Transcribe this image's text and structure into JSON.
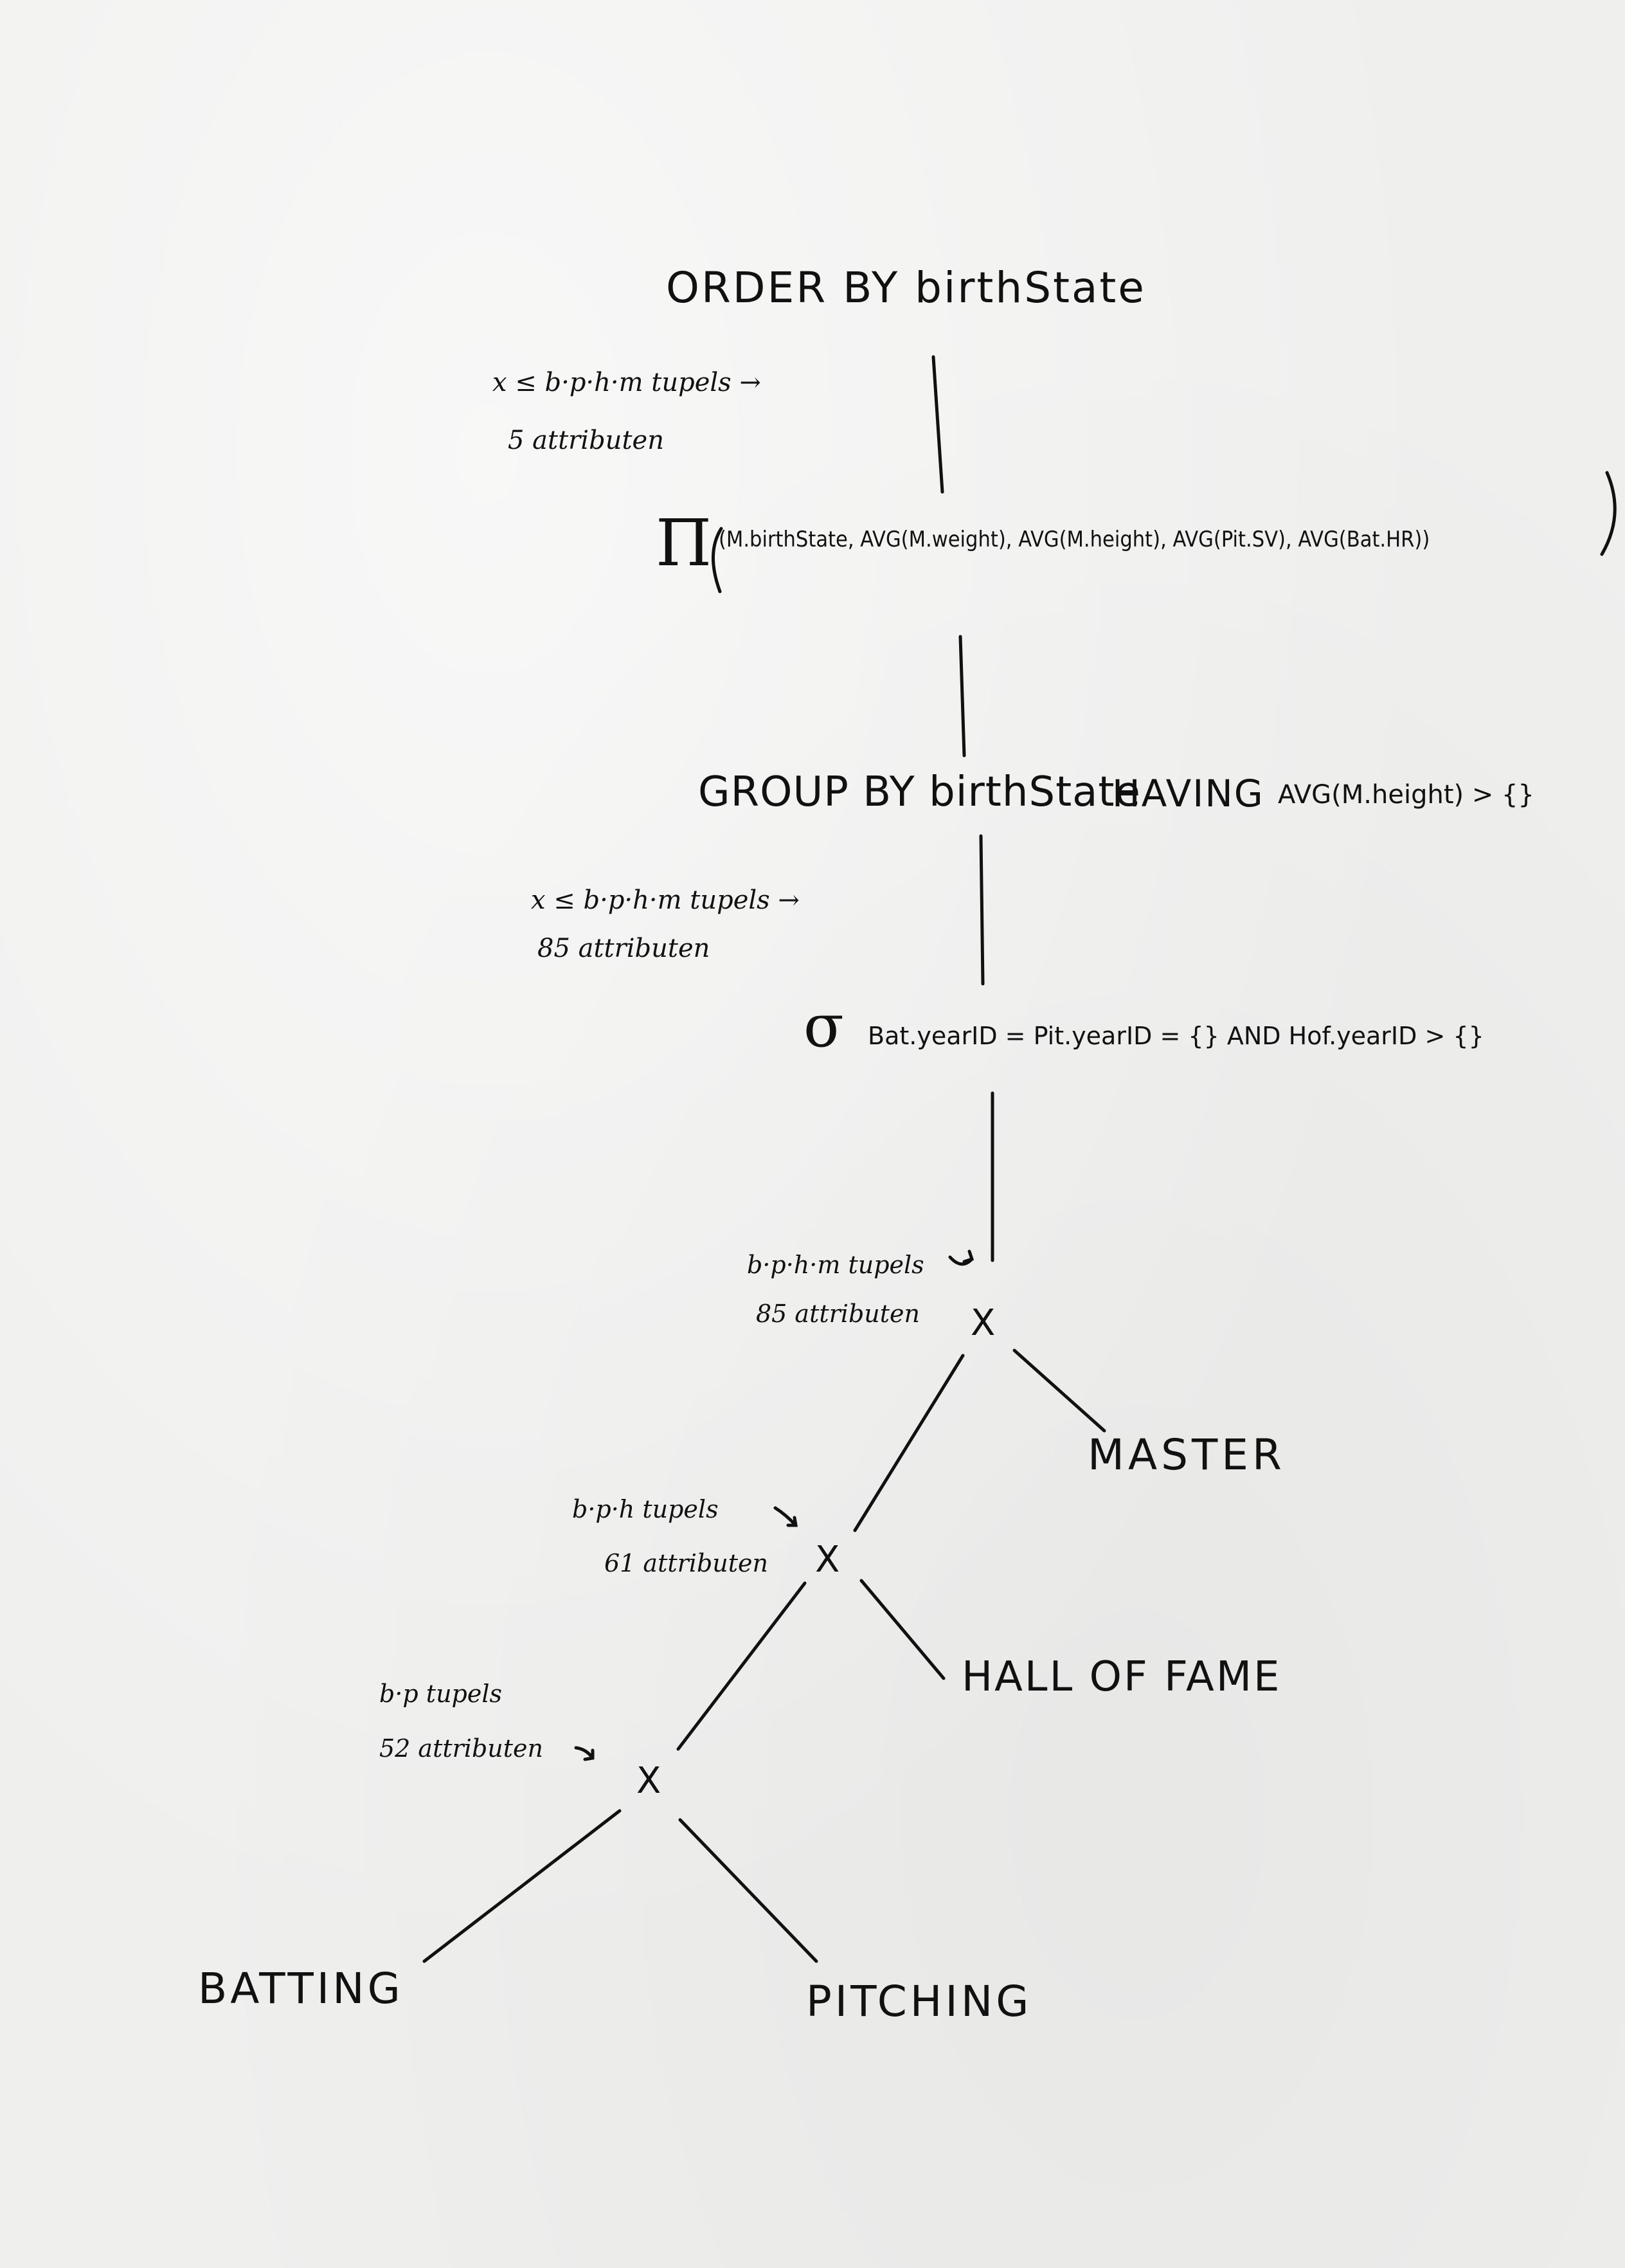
{
  "root": {
    "order_by": "ORDER BY birthState",
    "note1": "x ≤ b·p·h·m tupels →",
    "note2": "5 attributen"
  },
  "projection": {
    "symbol": "Π",
    "args": "(M.birthState, AVG(M.weight), AVG(M.height), AVG(Pit.SV), AVG(Bat.HR))"
  },
  "group": {
    "text_left": "GROUP BY birthState",
    "text_mid": "HAVING",
    "text_right": "AVG(M.height) > {}",
    "note1": "x ≤ b·p·h·m tupels →",
    "note2": "85 attributen"
  },
  "selection": {
    "symbol": "σ",
    "condition": "Bat.yearID = Pit.yearID = {}  AND Hof.yearID > {}"
  },
  "joins": {
    "symbol": "X",
    "top_note1": "b·p·h·m tupels",
    "top_note2": "85 attributen",
    "mid_note1": "b·p·h tupels",
    "mid_note2": "61 attributen",
    "low_note1": "b·p tupels",
    "low_note2": "52 attributen"
  },
  "tables": {
    "master": "MASTER",
    "hall_of_fame": "HALL OF FAME",
    "batting": "BATTING",
    "pitching": "PITCHING"
  }
}
